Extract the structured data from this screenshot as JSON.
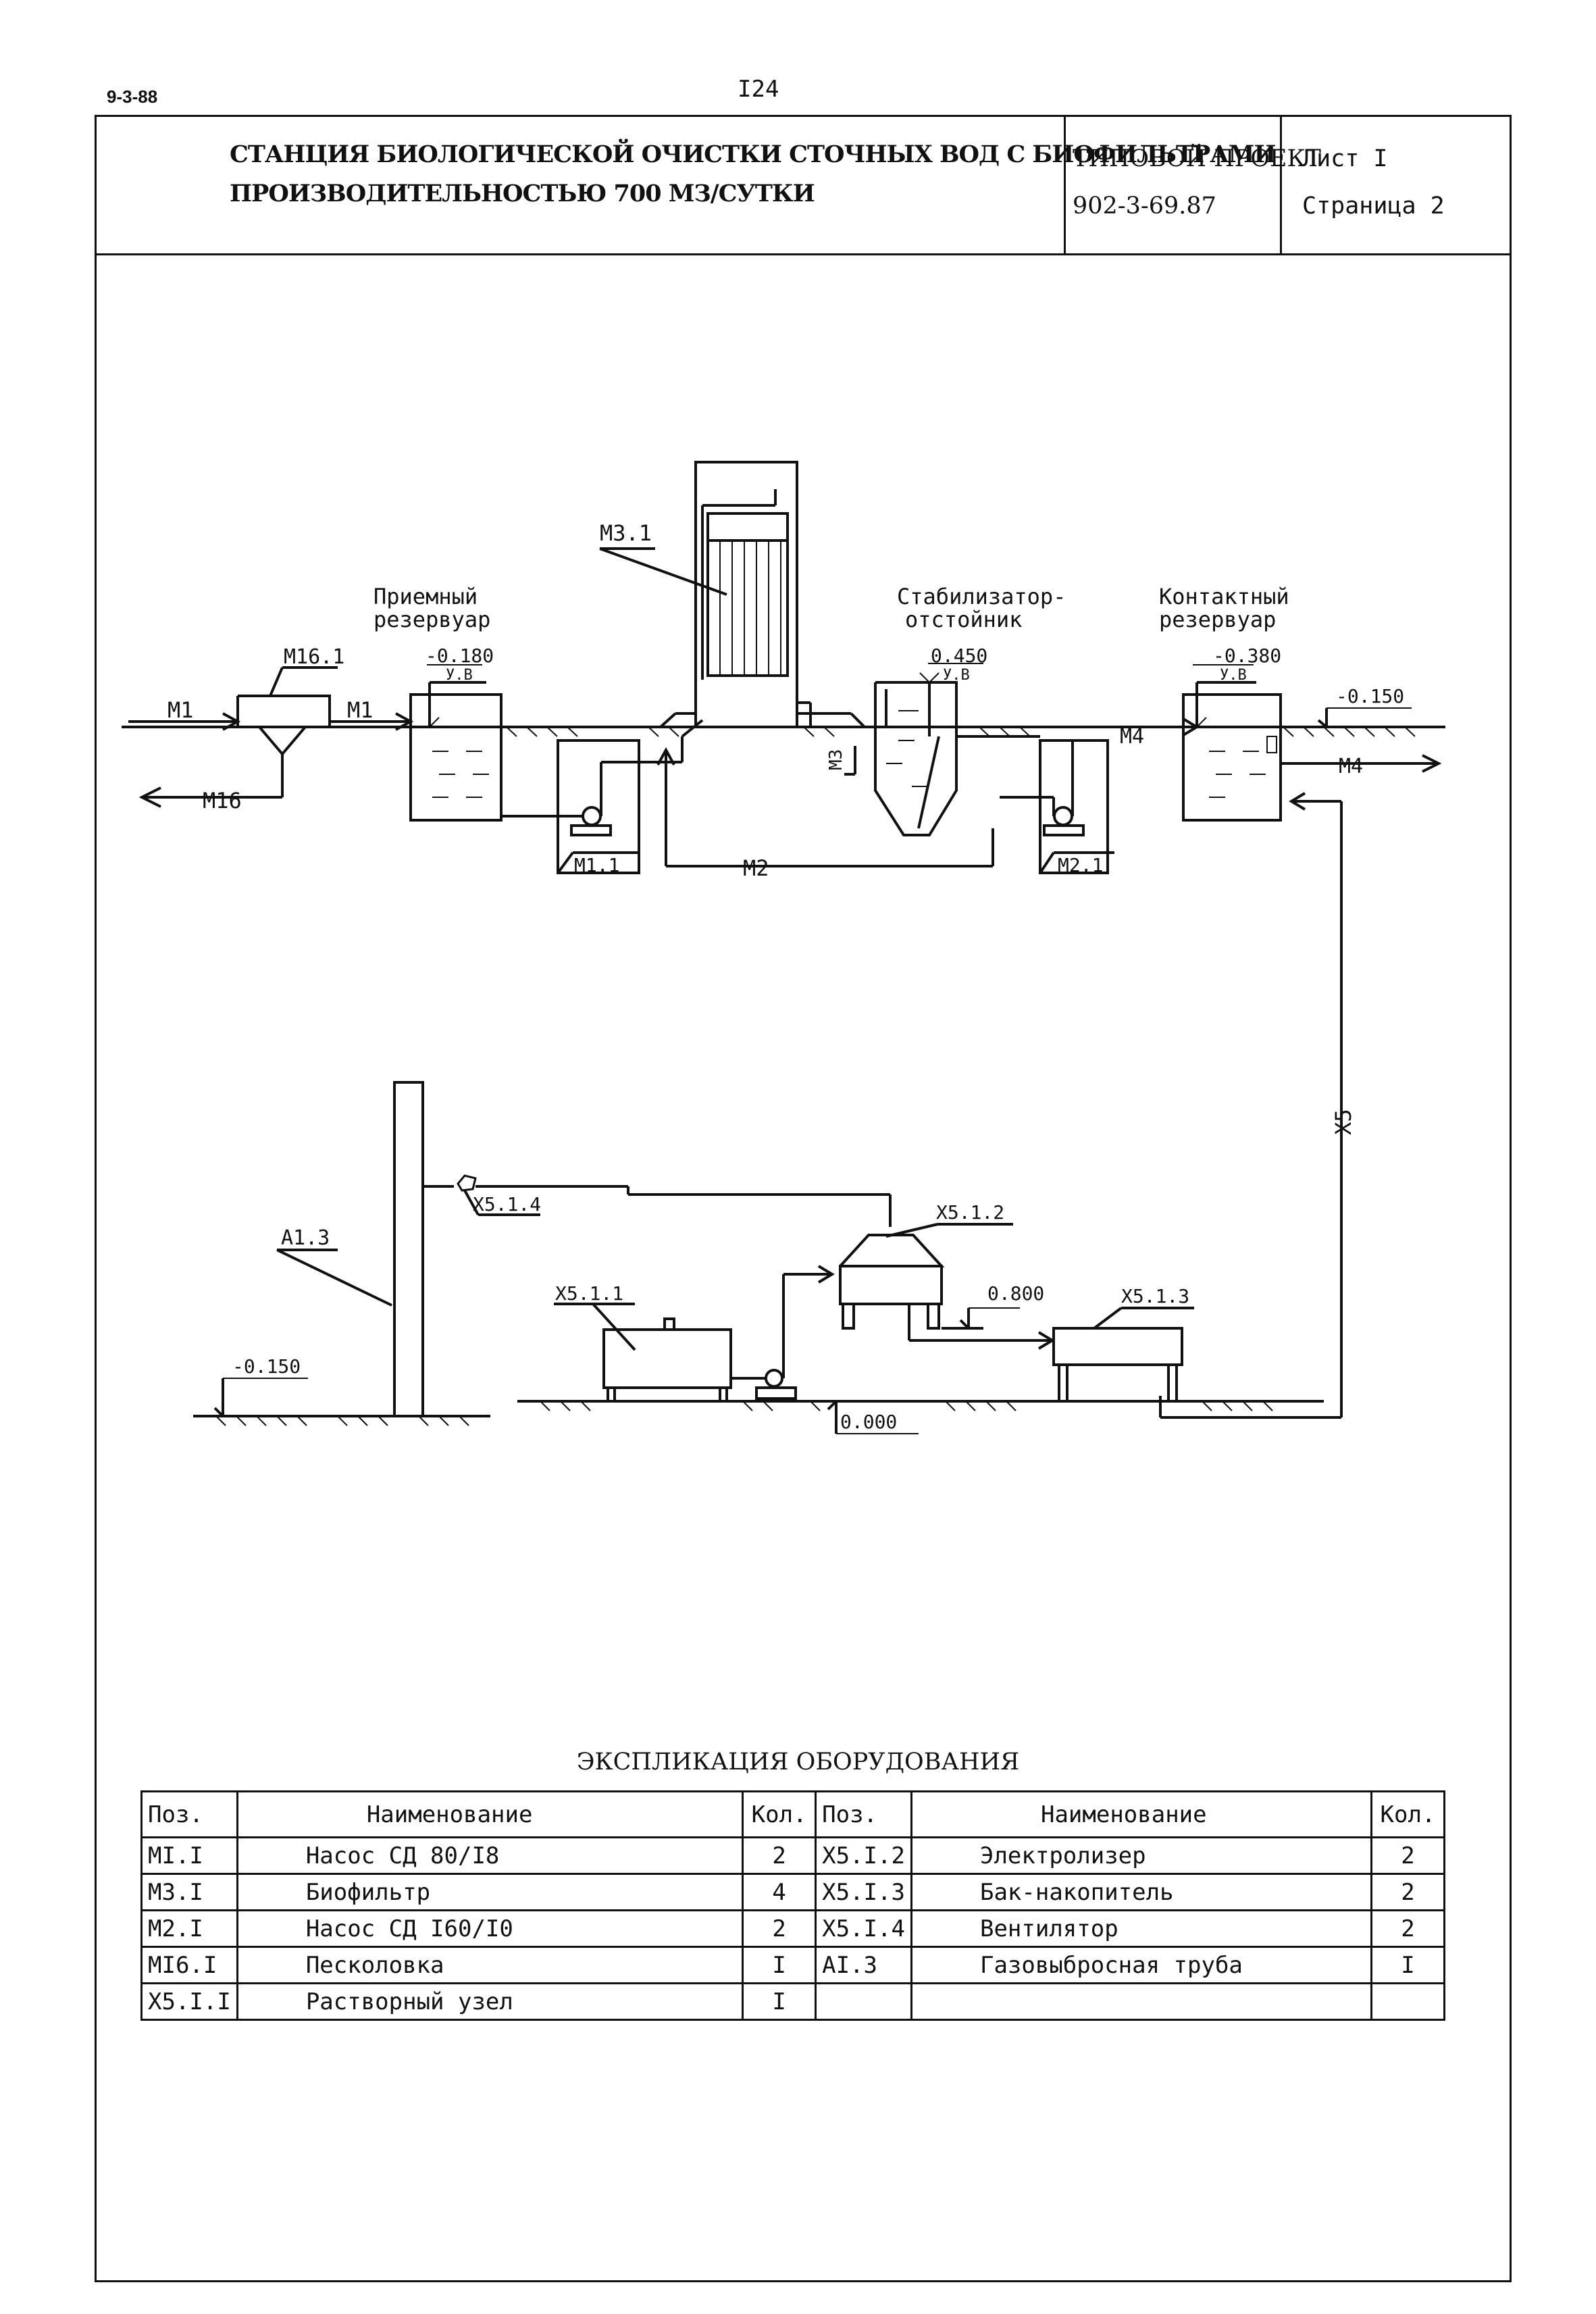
{
  "header": {
    "corner_code": "9-3-88",
    "page_number": "I24",
    "title_line1": "СТАНЦИЯ БИОЛОГИЧЕСКОЙ ОЧИСТКИ СТОЧНЫХ ВОД С БИОФИЛЬТРАМИ",
    "title_line2": "ПРОИЗВОДИТЕЛЬНОСТЬЮ 700 МЗ/СУТКИ",
    "project_label": "ТИПОВОЙ ПРОЕКТ",
    "project_number": "902-3-69.87",
    "sheet": "Лист I",
    "page": "Страница 2"
  },
  "diagram": {
    "facilities": {
      "receiving_tank": [
        "Приемный",
        "резервуар"
      ],
      "stabilizer": [
        "Стабилизатор-",
        "отстойник"
      ],
      "contact_tank": [
        "Контактный",
        "резервуар"
      ]
    },
    "markers": {
      "m3_1": "М3.1",
      "m16_1": "М16.1",
      "m1_1": "М1.1",
      "m2_1": "М2.1",
      "a1_3": "А1.3",
      "x5_1_1": "Х5.1.1",
      "x5_1_2": "Х5.1.2",
      "x5_1_3": "Х5.1.3",
      "x5_1_4": "Х5.1.4"
    },
    "lines": {
      "m1_left": "М1",
      "m1_right": "М1",
      "m16": "М16",
      "m2": "М2",
      "m3": "М3",
      "m4_top": "М4",
      "m4_out": "М4",
      "x5": "Х5"
    },
    "levels": {
      "receiving": "-0.180",
      "stabilizer": "0.450",
      "contact": "-0.380",
      "ground_right": "-0.150",
      "ground_left": "-0.150",
      "platform": "0.800",
      "zero": "0.000",
      "water_level": "У.В"
    }
  },
  "table": {
    "caption": "ЭКСПЛИКАЦИЯ ОБОРУДОВАНИЯ",
    "headers": [
      "Поз.",
      "Наименование",
      "Кол.",
      "Поз.",
      "Наименование",
      "Кол."
    ],
    "rows": [
      [
        "МI.I",
        "Насос СД 80/I8",
        "2",
        "Х5.I.2",
        "Электролизер",
        "2"
      ],
      [
        "М3.I",
        "Биофильтр",
        "4",
        "Х5.I.3",
        "Бак-накопитель",
        "2"
      ],
      [
        "М2.I",
        "Насос СД I60/I0",
        "2",
        "Х5.I.4",
        "Вентилятор",
        "2"
      ],
      [
        "МI6.I",
        "Песколовка",
        "I",
        "АI.3",
        "Газовыбросная труба",
        "I"
      ],
      [
        "Х5.I.I",
        "Растворный узел",
        "I",
        "",
        "",
        ""
      ]
    ]
  }
}
